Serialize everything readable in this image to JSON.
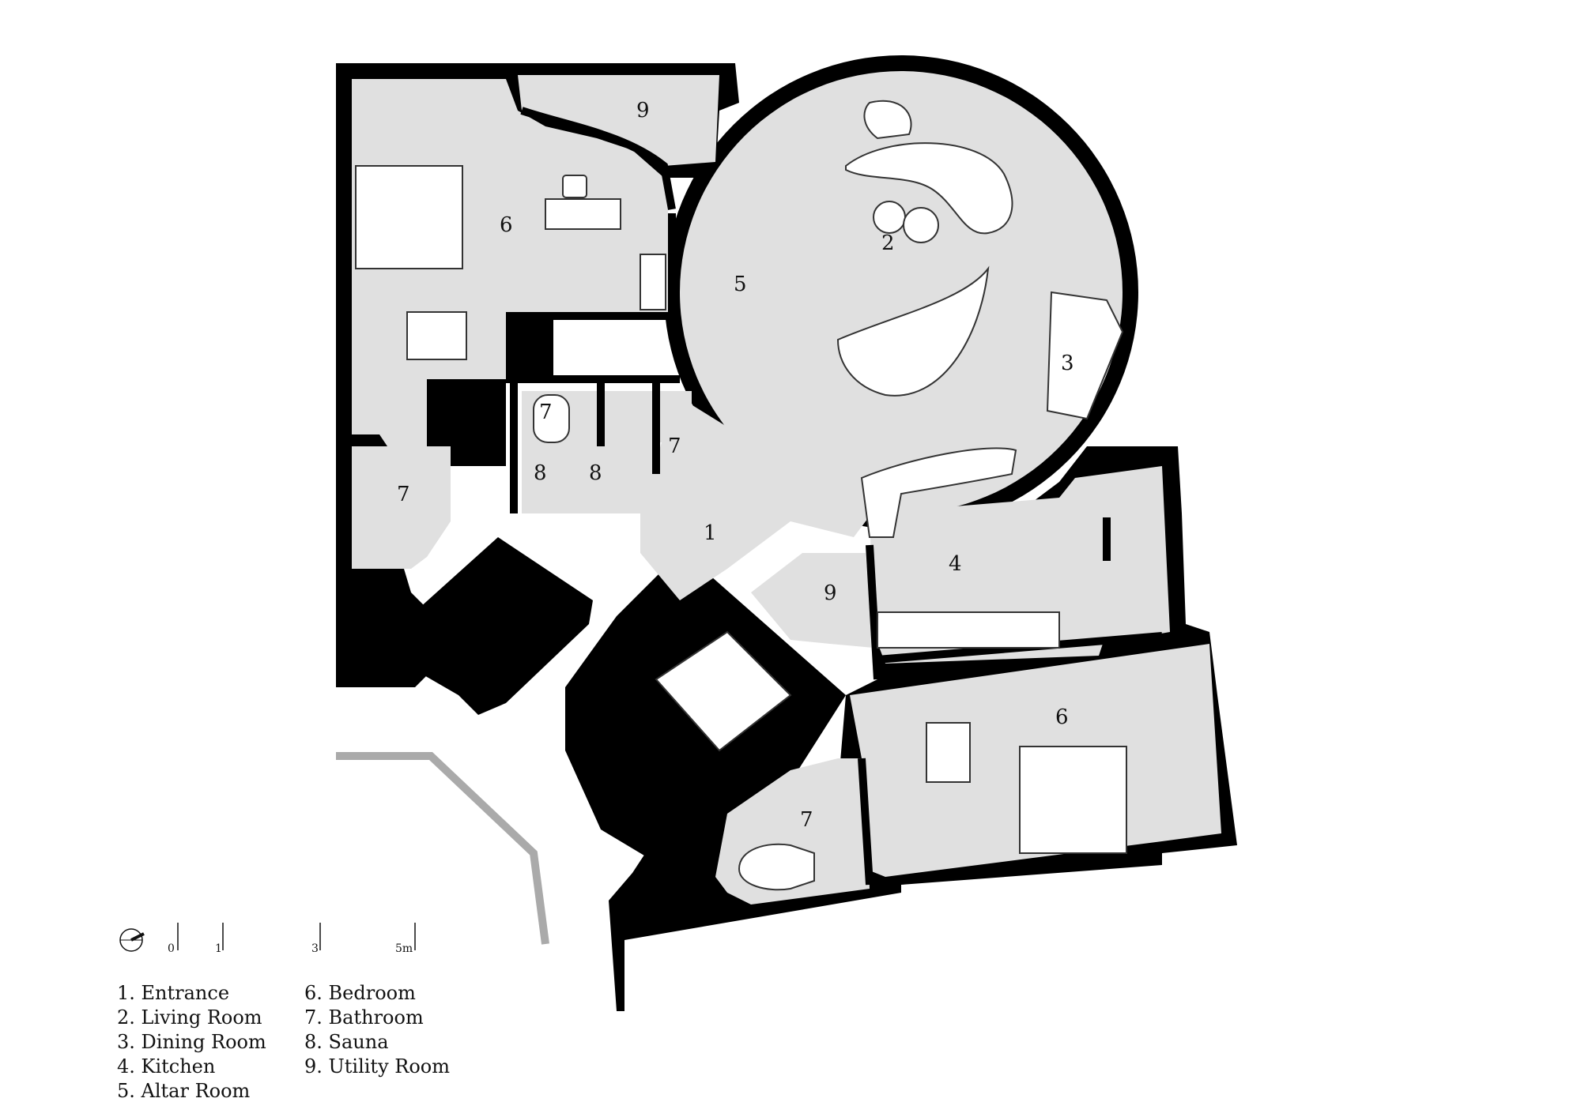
{
  "rooms": [
    {
      "num": "1"
    },
    {
      "num": "2"
    },
    {
      "num": "3"
    },
    {
      "num": "4"
    },
    {
      "num": "5"
    },
    {
      "num": "6"
    },
    {
      "num": "6"
    },
    {
      "num": "7"
    },
    {
      "num": "7"
    },
    {
      "num": "7"
    },
    {
      "num": "7"
    },
    {
      "num": "8"
    },
    {
      "num": "8"
    },
    {
      "num": "9"
    },
    {
      "num": "9"
    }
  ],
  "scale": {
    "labels": [
      "0",
      "1",
      "3",
      "5m"
    ]
  },
  "legend": {
    "col1": [
      "1. Entrance",
      "2. Living Room",
      "3. Dining Room",
      "4. Kitchen",
      "5. Altar Room"
    ],
    "col2": [
      "6. Bedroom",
      "7. Bathroom",
      "8. Sauna",
      "9. Utility Room"
    ]
  },
  "colors": {
    "wall": "#000000",
    "floor": "#e0e0e0",
    "paper": "#ffffff",
    "path": "#aaaaaa"
  }
}
